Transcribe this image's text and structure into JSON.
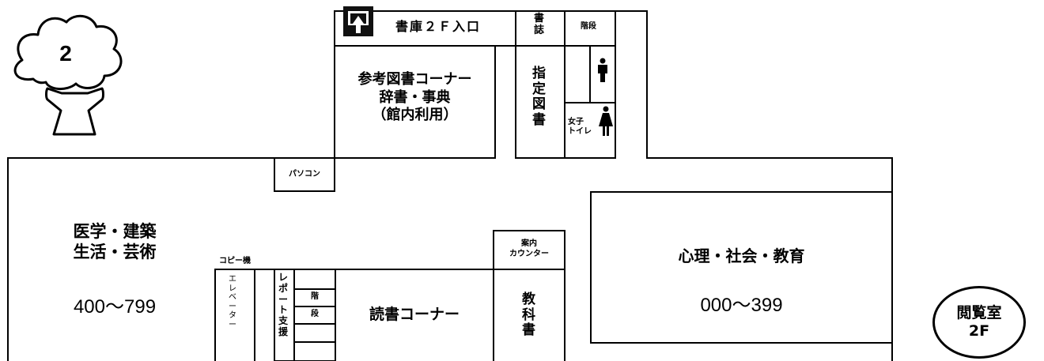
{
  "floor_number": "2",
  "badge": {
    "line1": "閲覧室",
    "line2": "2F"
  },
  "rooms": {
    "stack_entrance": "書庫２Ｆ入口",
    "periodicals": [
      "書",
      "誌"
    ],
    "stairs_top": "階段",
    "reference_corner": [
      "参考図書コーナー",
      "辞書・事典",
      "（館内利用）"
    ],
    "designated_books": [
      "指",
      "定",
      "図",
      "書"
    ],
    "womens_toilet": [
      "女子",
      "トイレ"
    ],
    "pc": "パソコン",
    "medical_section": [
      "医学・建築",
      "生活・芸術"
    ],
    "medical_range": "400〜799",
    "copier": "コピー機",
    "elevator": [
      "エ",
      "レ",
      "ベ",
      "ー",
      "タ",
      "ー"
    ],
    "report_support": [
      "レ",
      "ポ",
      "ー",
      "ト",
      "支",
      "援"
    ],
    "stairs_bottom": [
      "階",
      "段"
    ],
    "reading_corner": "読書コーナー",
    "info_counter": [
      "案内",
      "カウンター"
    ],
    "textbooks": [
      "教",
      "科",
      "書"
    ],
    "social_section": "心理・社会・教育",
    "social_range": "000〜399"
  },
  "icons": {
    "tree": "tree-icon",
    "entrance": "exit-arrow-icon",
    "men": "men-restroom-icon",
    "women": "women-restroom-icon"
  }
}
